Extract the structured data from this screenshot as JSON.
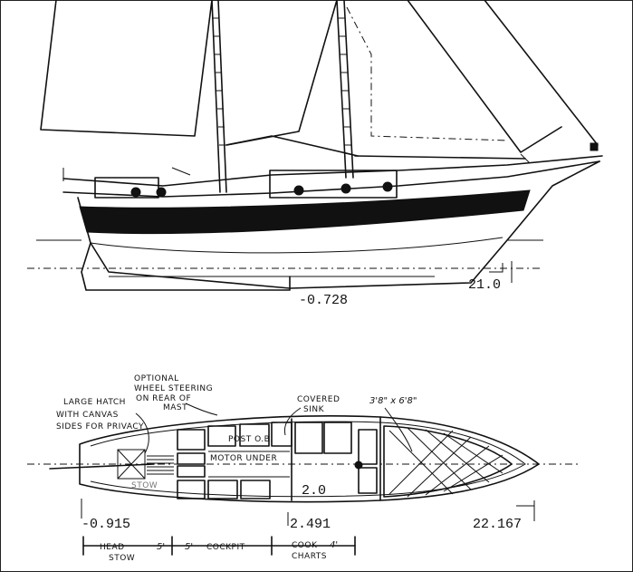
{
  "elevation": {
    "station_label": "-0.728",
    "stern_station_label": "21.0"
  },
  "plan": {
    "stations": {
      "bow": "-0.915",
      "mid": "2.491",
      "stern": "22.167"
    },
    "beam_label": "2.0",
    "notes": {
      "hatch": [
        "LARGE HATCH",
        "WITH CANVAS",
        "SIDES FOR PRIVACY"
      ],
      "wheel": [
        "OPTIONAL",
        "WHEEL STEERING",
        "ON REAR OF",
        "MAST"
      ],
      "sink": [
        "COVERED",
        "SINK"
      ],
      "berth_size": "3'8\" x 6'8\"",
      "outboard": "POST O.B.",
      "motor": "MOTOR UNDER",
      "stow": "STOW"
    },
    "dimensions": {
      "head": [
        "HEAD",
        "STOW"
      ],
      "head_len": "5'",
      "cockpit_len": "5'",
      "cockpit": "COCKPIT",
      "cook": [
        "COOK",
        "CHARTS"
      ],
      "cook_len": "4'"
    }
  }
}
